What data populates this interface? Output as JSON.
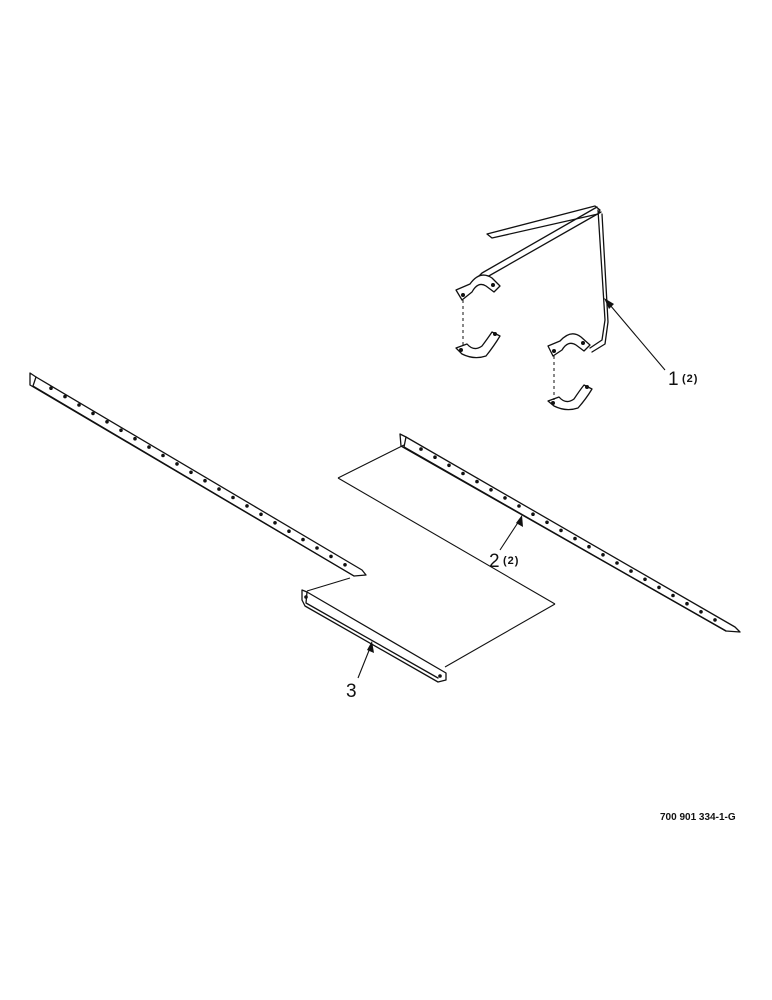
{
  "diagram": {
    "drawing_number": "700 901 334-1-G",
    "callouts": [
      {
        "id": "item-1",
        "number": "1",
        "qty": "(2)"
      },
      {
        "id": "item-2",
        "number": "2",
        "qty": "(2)"
      },
      {
        "id": "item-3",
        "number": "3",
        "qty": ""
      }
    ]
  },
  "colors": {
    "ink": "#111111",
    "paper": "#ffffff"
  }
}
